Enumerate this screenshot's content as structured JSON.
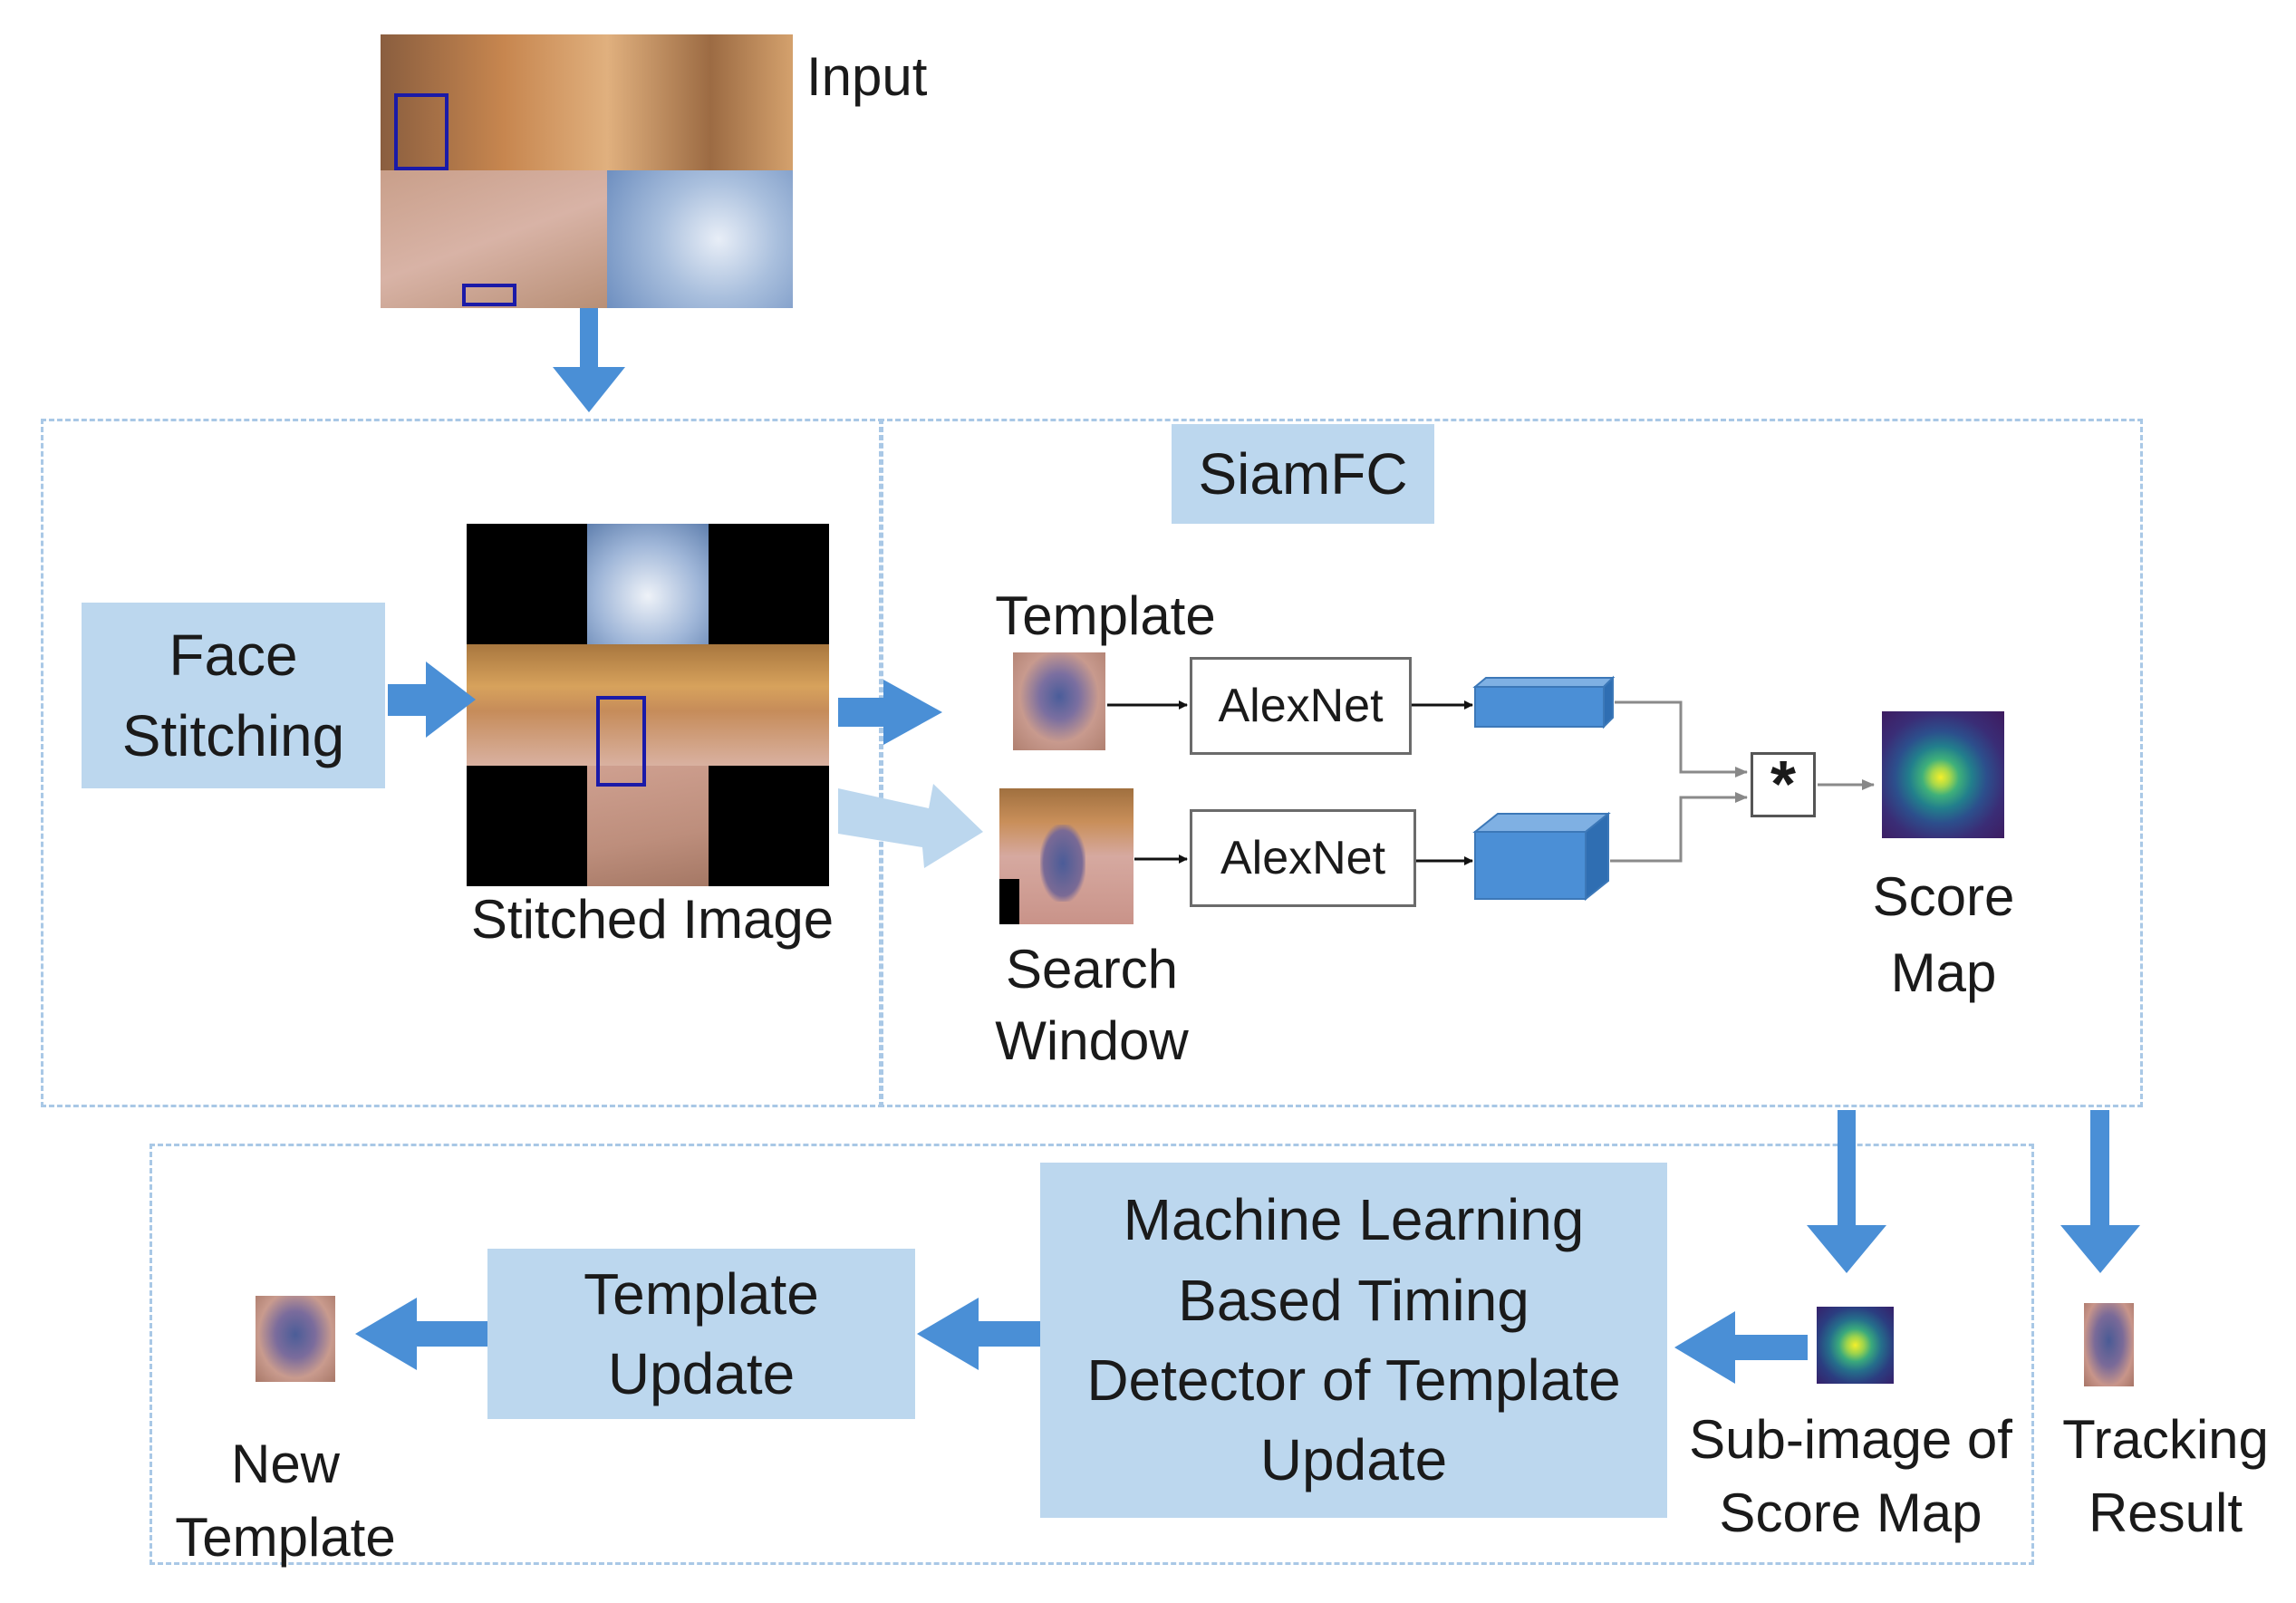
{
  "labels": {
    "input": "Input",
    "stitched_image": "Stitched Image",
    "template": "Template",
    "search_window": "Search\nWindow",
    "score_map": "Score\nMap",
    "sub_image": "Sub-image of\nScore Map",
    "tracking_result": "Tracking\nResult",
    "new_template": "New\nTemplate"
  },
  "boxes": {
    "face_stitching": "Face\nStitching",
    "siamfc": "SiamFC",
    "alexnet_top": "AlexNet",
    "alexnet_bottom": "AlexNet",
    "convolution": "*",
    "template_update": "Template\nUpdate",
    "ml_detector": "Machine Learning\nBased Timing\nDetector of Template\nUpdate"
  },
  "colors": {
    "box_fill": "#bcd7ee",
    "arrow": "#4a8fd6",
    "dashed_border": "#a9c8e6",
    "feature_block": "#4b8fd6"
  }
}
